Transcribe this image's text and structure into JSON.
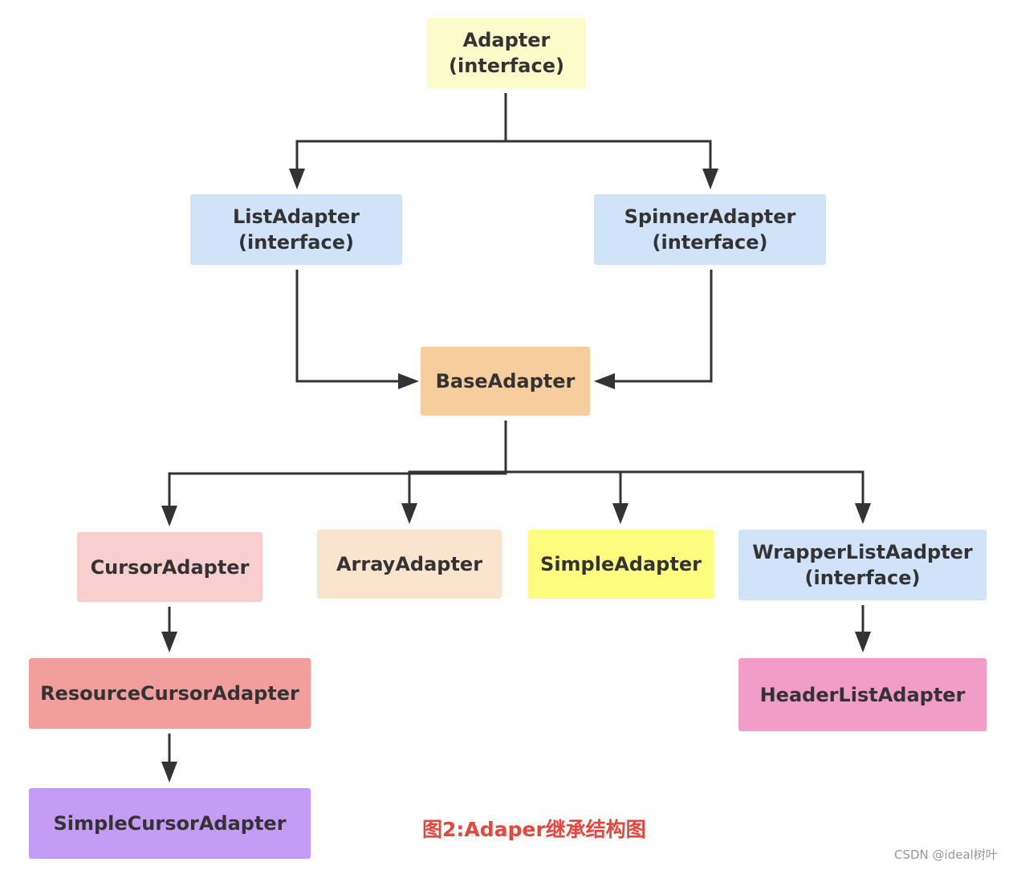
{
  "nodes": {
    "adapter": {
      "title": "Adapter",
      "subtitle": "(interface)",
      "color": "#fcfccb"
    },
    "list_adapter": {
      "title": "ListAdapter",
      "subtitle": "(interface)",
      "color": "#d1e3f9"
    },
    "spinner_adapter": {
      "title": "SpinnerAdapter",
      "subtitle": "(interface)",
      "color": "#d1e3f9"
    },
    "base_adapter": {
      "title": "BaseAdapter",
      "color": "#f6cd9c"
    },
    "cursor_adapter": {
      "title": "CursorAdapter",
      "color": "#f8cece"
    },
    "array_adapter": {
      "title": "ArrayAdapter",
      "color": "#fbe4ce"
    },
    "simple_adapter": {
      "title": "SimpleAdapter",
      "color": "#fdfe7f"
    },
    "wrapper_list_adapter": {
      "title": "WrapperListAadpter",
      "subtitle": "(interface)",
      "color": "#d1e3f9"
    },
    "resource_cursor_adapter": {
      "title": "ResourceCursorAdapter",
      "color": "#f19e9c"
    },
    "header_list_adapter": {
      "title": "HeaderListAdapter",
      "color": "#f19dc7"
    },
    "simple_cursor_adapter": {
      "title": "SimpleCursorAdapter",
      "color": "#c49cf6"
    }
  },
  "edges": [
    {
      "from": "adapter",
      "to": "list_adapter"
    },
    {
      "from": "adapter",
      "to": "spinner_adapter"
    },
    {
      "from": "list_adapter",
      "to": "base_adapter"
    },
    {
      "from": "spinner_adapter",
      "to": "base_adapter"
    },
    {
      "from": "base_adapter",
      "to": "cursor_adapter"
    },
    {
      "from": "base_adapter",
      "to": "array_adapter"
    },
    {
      "from": "base_adapter",
      "to": "simple_adapter"
    },
    {
      "from": "base_adapter",
      "to": "wrapper_list_adapter"
    },
    {
      "from": "cursor_adapter",
      "to": "resource_cursor_adapter"
    },
    {
      "from": "resource_cursor_adapter",
      "to": "simple_cursor_adapter"
    },
    {
      "from": "wrapper_list_adapter",
      "to": "header_list_adapter"
    }
  ],
  "caption": {
    "text": "图2:Adaper继承结构图",
    "color": "#e8453c"
  },
  "watermark": "CSDN @ideal树叶",
  "colors": {
    "line": "#333333",
    "text": "#333333"
  }
}
